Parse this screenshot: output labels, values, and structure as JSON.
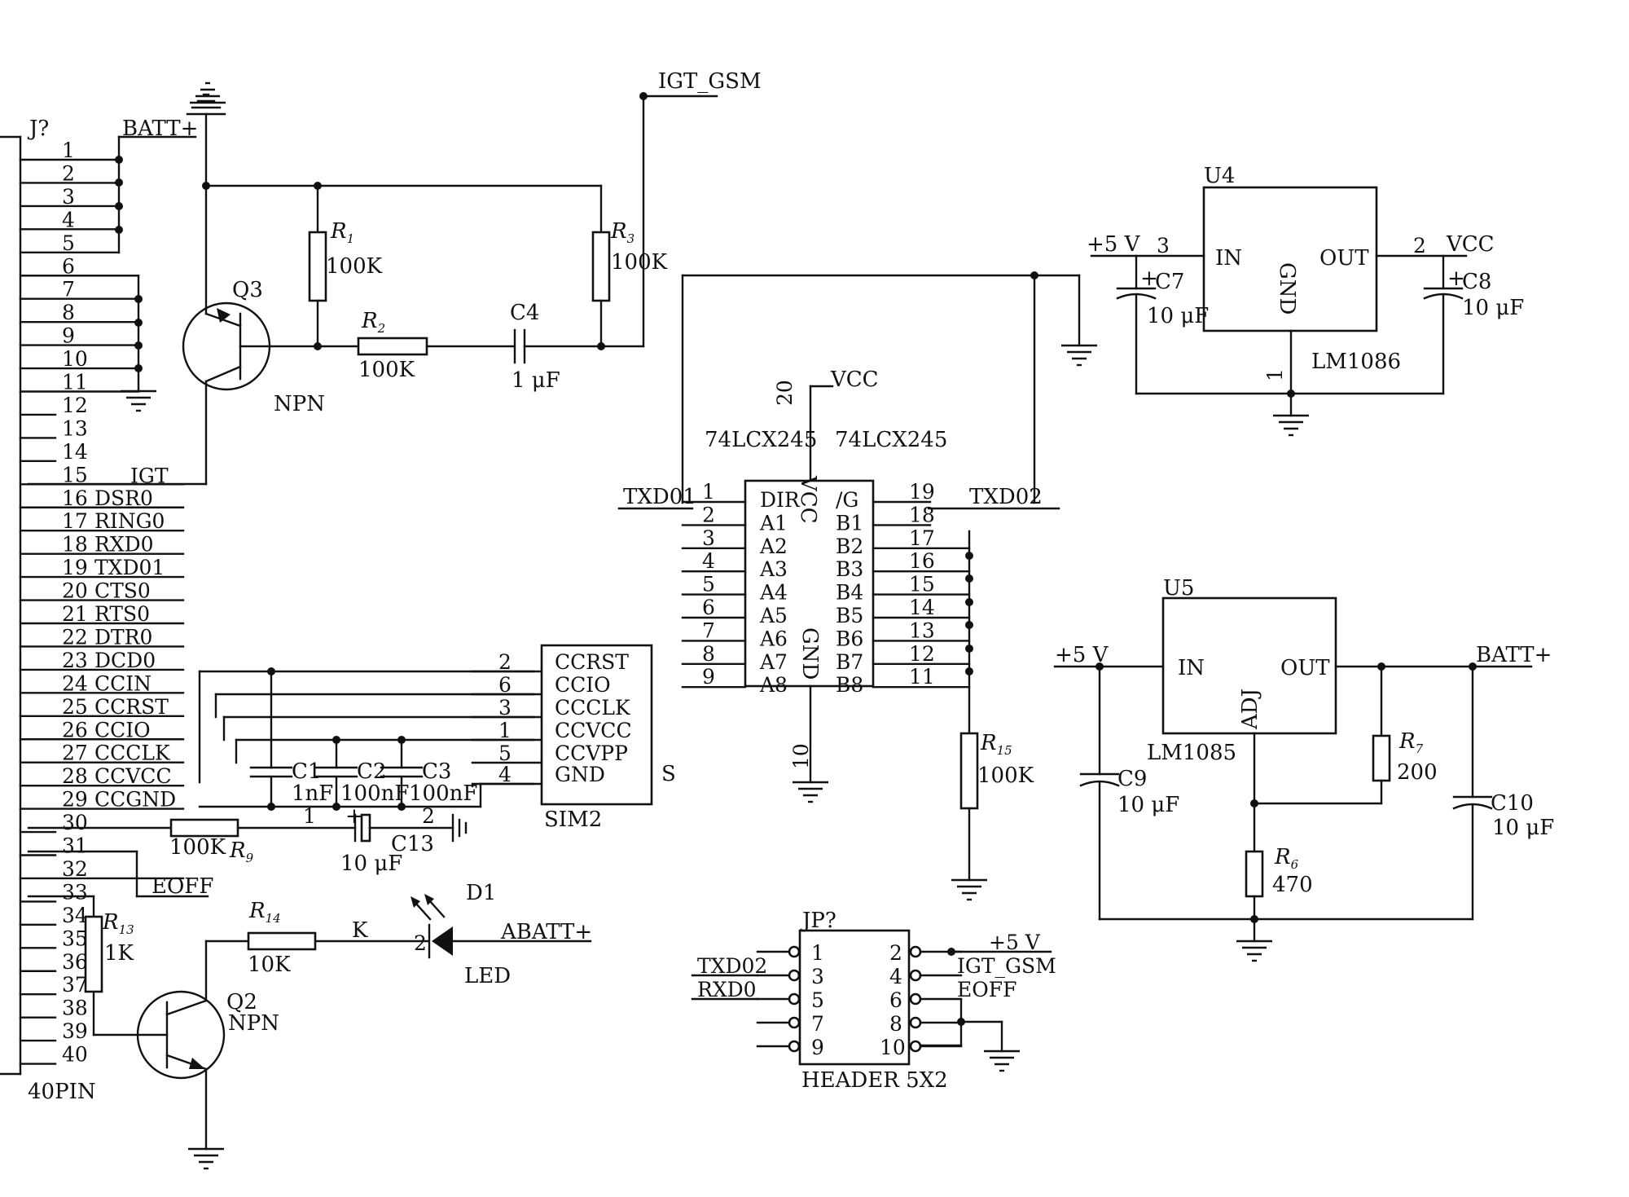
{
  "colors": {
    "ink": "#111111",
    "paper": "#ffffff"
  },
  "connector": {
    "ref": "J?",
    "name": "40PIN",
    "batt": "BATT+",
    "pins": [
      {
        "n": "1",
        "sig": ""
      },
      {
        "n": "2",
        "sig": ""
      },
      {
        "n": "3",
        "sig": ""
      },
      {
        "n": "4",
        "sig": ""
      },
      {
        "n": "5",
        "sig": ""
      },
      {
        "n": "6",
        "sig": ""
      },
      {
        "n": "7",
        "sig": ""
      },
      {
        "n": "8",
        "sig": ""
      },
      {
        "n": "9",
        "sig": ""
      },
      {
        "n": "10",
        "sig": ""
      },
      {
        "n": "11",
        "sig": ""
      },
      {
        "n": "12",
        "sig": ""
      },
      {
        "n": "13",
        "sig": ""
      },
      {
        "n": "14",
        "sig": ""
      },
      {
        "n": "15",
        "sig": "IGT"
      },
      {
        "n": "16",
        "sig": "DSR0"
      },
      {
        "n": "17",
        "sig": "RING0"
      },
      {
        "n": "18",
        "sig": "RXD0"
      },
      {
        "n": "19",
        "sig": "TXD01"
      },
      {
        "n": "20",
        "sig": "CTS0"
      },
      {
        "n": "21",
        "sig": "RTS0"
      },
      {
        "n": "22",
        "sig": "DTR0"
      },
      {
        "n": "23",
        "sig": "DCD0"
      },
      {
        "n": "24",
        "sig": "CCIN"
      },
      {
        "n": "25",
        "sig": "CCRST"
      },
      {
        "n": "26",
        "sig": "CCIO"
      },
      {
        "n": "27",
        "sig": "CCCLK"
      },
      {
        "n": "28",
        "sig": "CCVCC"
      },
      {
        "n": "29",
        "sig": "CCGND"
      },
      {
        "n": "30",
        "sig": ""
      },
      {
        "n": "31",
        "sig": ""
      },
      {
        "n": "32",
        "sig": "EOFF"
      },
      {
        "n": "33",
        "sig": ""
      },
      {
        "n": "34",
        "sig": ""
      },
      {
        "n": "35",
        "sig": ""
      },
      {
        "n": "36",
        "sig": ""
      },
      {
        "n": "37",
        "sig": ""
      },
      {
        "n": "38",
        "sig": ""
      },
      {
        "n": "39",
        "sig": ""
      },
      {
        "n": "40",
        "sig": ""
      }
    ]
  },
  "q3": {
    "ref": "Q3",
    "type": "NPN",
    "net": "IGT_GSM"
  },
  "r1": {
    "ref": "R",
    "sub": "1",
    "value": "100K"
  },
  "r2": {
    "ref": "R",
    "sub": "2",
    "value": "100K"
  },
  "r3": {
    "ref": "R",
    "sub": "3",
    "value": "100K"
  },
  "c4": {
    "ref": "C4",
    "value": "1 μF"
  },
  "buffer": {
    "part": "74LCX245",
    "vcc_label": "VCC",
    "gnd_label": "GND",
    "pin_vcc": "20",
    "pin_gnd": "10",
    "net_vcc": "VCC",
    "left_net": "TXD01",
    "right_net": "TXD02",
    "left_pins": [
      {
        "n": "1",
        "name": "DIR"
      },
      {
        "n": "2",
        "name": "A1"
      },
      {
        "n": "3",
        "name": "A2"
      },
      {
        "n": "4",
        "name": "A3"
      },
      {
        "n": "5",
        "name": "A4"
      },
      {
        "n": "6",
        "name": "A5"
      },
      {
        "n": "7",
        "name": "A6"
      },
      {
        "n": "8",
        "name": "A7"
      },
      {
        "n": "9",
        "name": "A8"
      }
    ],
    "right_pins": [
      {
        "n": "19",
        "name": "/G"
      },
      {
        "n": "18",
        "name": "B1"
      },
      {
        "n": "17",
        "name": "B2"
      },
      {
        "n": "16",
        "name": "B3"
      },
      {
        "n": "15",
        "name": "B4"
      },
      {
        "n": "14",
        "name": "B5"
      },
      {
        "n": "13",
        "name": "B6"
      },
      {
        "n": "12",
        "name": "B7"
      },
      {
        "n": "11",
        "name": "B8"
      }
    ]
  },
  "r15": {
    "ref": "R",
    "sub": "15",
    "value": "100K"
  },
  "sim": {
    "ref": "SIM2",
    "side": "S",
    "pins": [
      {
        "n": "2",
        "name": "CCRST"
      },
      {
        "n": "6",
        "name": "CCIO"
      },
      {
        "n": "3",
        "name": "CCCLK"
      },
      {
        "n": "1",
        "name": "CCVCC"
      },
      {
        "n": "5",
        "name": "CCVPP"
      },
      {
        "n": "4",
        "name": "GND"
      }
    ]
  },
  "c1": {
    "ref": "C1",
    "value": "1nF"
  },
  "c2": {
    "ref": "C2",
    "value": "100nF"
  },
  "c3": {
    "ref": "C3",
    "value": "100nF"
  },
  "r9": {
    "ref": "R",
    "sub": "9",
    "value": "100K"
  },
  "c13": {
    "ref": "C13",
    "value": "10 μF",
    "pin1": "1",
    "pin2": "2",
    "plus": "+"
  },
  "r13": {
    "ref": "R",
    "sub": "13",
    "value": "1K"
  },
  "r14": {
    "ref": "R",
    "sub": "14",
    "value": "10K"
  },
  "q2": {
    "ref": "Q2",
    "type": "NPN"
  },
  "d1": {
    "ref": "D1",
    "type": "LED",
    "pin_k": "K",
    "pin_num": "2",
    "net": "ABATT+"
  },
  "u4": {
    "ref": "U4",
    "part": "LM1086",
    "in": "IN",
    "out": "OUT",
    "gnd": "GND",
    "pin_in": "3",
    "pin_out": "2",
    "pin_gnd": "1",
    "net_in": "+5 V",
    "net_out": "VCC"
  },
  "c7": {
    "ref": "C7",
    "value": "10 μF",
    "plus": "+"
  },
  "c8": {
    "ref": "C8",
    "value": "10 μF",
    "plus": "+"
  },
  "u5": {
    "ref": "U5",
    "part": "LM1085",
    "in": "IN",
    "out": "OUT",
    "adj": "ADJ",
    "net_in": "+5 V",
    "net_out": "BATT+"
  },
  "c9": {
    "ref": "C9",
    "value": "10 μF"
  },
  "c10": {
    "ref": "C10",
    "value": "10 μF"
  },
  "r7": {
    "ref": "R",
    "sub": "7",
    "value": "200"
  },
  "r6": {
    "ref": "R",
    "sub": "6",
    "value": "470"
  },
  "header": {
    "ref": "JP?",
    "name": "HEADER 5X2",
    "pins_left": [
      "1",
      "3",
      "5",
      "7",
      "9"
    ],
    "pins_right": [
      "2",
      "4",
      "6",
      "8",
      "10"
    ],
    "nets_left": [
      "",
      "TXD02",
      "RXD0",
      "",
      ""
    ],
    "nets_right": [
      "+5 V",
      "IGT_GSM",
      "EOFF",
      "",
      ""
    ]
  }
}
